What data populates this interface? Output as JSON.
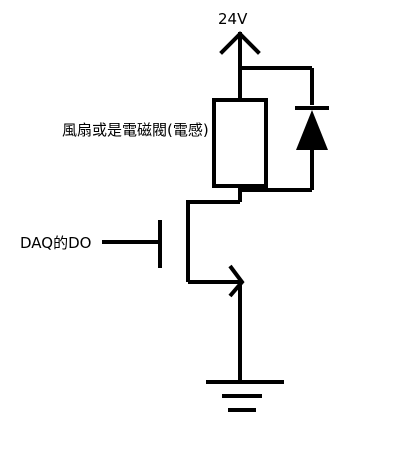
{
  "labels": {
    "supply": "24V",
    "load": "風扇或是電磁閥(電感)",
    "input": "DAQ的DO"
  },
  "colors": {
    "stroke": "#000000",
    "background": "#ffffff"
  },
  "components": {
    "load": "inductive-load-box",
    "diode": "flyback-diode",
    "transistor": "transistor-switch",
    "ground": "ground-symbol",
    "supply": "supply-arrow"
  }
}
